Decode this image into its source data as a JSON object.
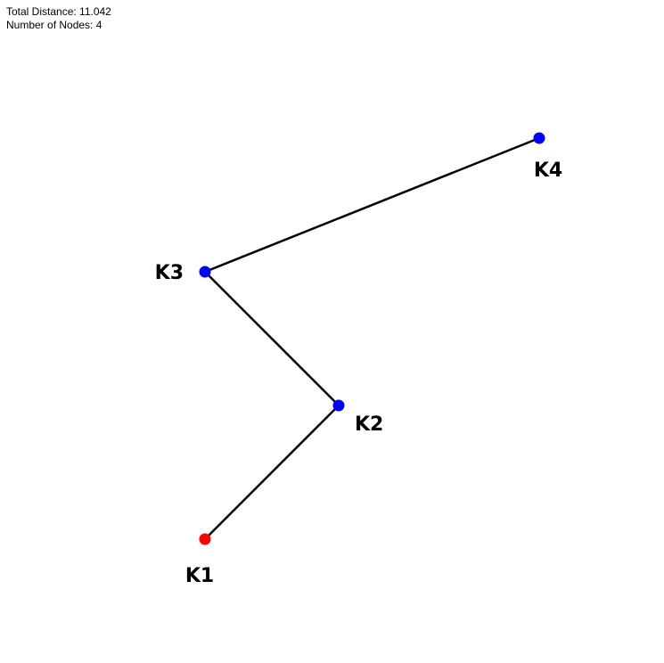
{
  "stats": {
    "total_distance": "Total Distance: 11.042",
    "node_count": "Number of Nodes: 4"
  },
  "colors": {
    "start_node": "#ff0000",
    "node": "#0000ff",
    "edge": "#000000"
  },
  "nodes": [
    {
      "id": "K1",
      "label": "K1",
      "x": 2,
      "y": 1,
      "start": true
    },
    {
      "id": "K2",
      "label": "K2",
      "x": 3,
      "y": 2,
      "start": false
    },
    {
      "id": "K3",
      "label": "K3",
      "x": 2,
      "y": 3,
      "start": false
    },
    {
      "id": "K4",
      "label": "K4",
      "x": 4.5,
      "y": 4,
      "start": false
    }
  ],
  "edges": [
    {
      "from": "K1",
      "to": "K2"
    },
    {
      "from": "K2",
      "to": "K3"
    },
    {
      "from": "K3",
      "to": "K4"
    }
  ]
}
